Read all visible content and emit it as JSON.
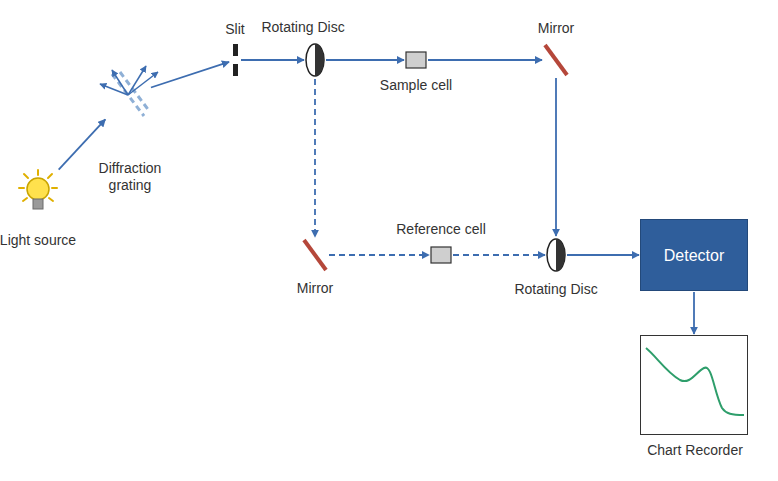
{
  "diagram": {
    "nodes": [
      {
        "text": [
          "Light source"
        ]
      },
      {
        "text": [
          "Diffraction grating"
        ]
      },
      {
        "text": [
          "Slit"
        ]
      },
      {
        "text": [
          "Rotating Disc"
        ]
      },
      {
        "text": [
          "Sample cell"
        ]
      },
      {
        "text": [
          "Mirror"
        ]
      },
      {
        "text": [
          "Mirror"
        ]
      },
      {
        "text": [
          "Reference cell"
        ]
      },
      {
        "text": [
          "Rotating Disc"
        ]
      },
      {
        "text": [
          "Detector"
        ]
      },
      {
        "text": [
          "Chart Recorder"
        ]
      }
    ],
    "edges": [
      {
        "from": 0,
        "to": 1,
        "arrow": "to"
      },
      {
        "from": 1,
        "to": 2,
        "arrow": "to"
      },
      {
        "from": 2,
        "to": 3,
        "arrow": "to"
      },
      {
        "from": 3,
        "to": 4,
        "arrow": "to"
      },
      {
        "from": 4,
        "to": 5,
        "arrow": "to"
      },
      {
        "from": 5,
        "to": 8,
        "arrow": "to"
      },
      {
        "from": 3,
        "to": 6,
        "arrow": "to"
      },
      {
        "from": 6,
        "to": 7,
        "arrow": "to"
      },
      {
        "from": 7,
        "to": 8,
        "arrow": "to"
      },
      {
        "from": 8,
        "to": 9,
        "arrow": "to"
      },
      {
        "from": 9,
        "to": 10,
        "arrow": "to"
      }
    ]
  }
}
